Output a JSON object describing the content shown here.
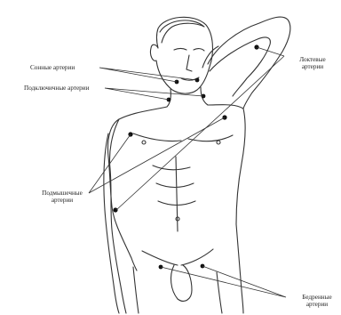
{
  "labels": {
    "carotid": "Сонные артерии",
    "subclavian": "Подключичные артерии",
    "elbow_line1": "Локтевые",
    "elbow_line2": "артерии",
    "axillary_line1": "Подмышечные",
    "axillary_line2": "артерии",
    "femoral_line1": "Бедренные",
    "femoral_line2": "артерии"
  },
  "colors": {
    "ink": "#222222",
    "background": "#ffffff"
  }
}
